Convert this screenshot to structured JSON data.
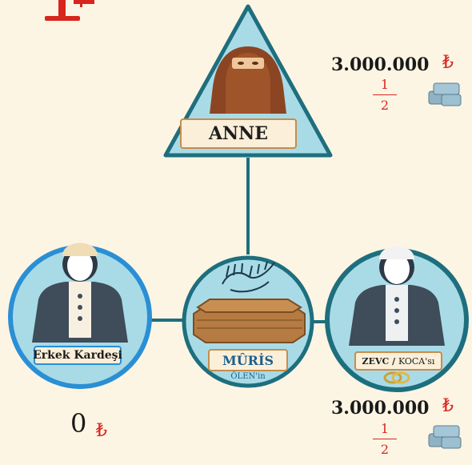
{
  "colors": {
    "background": "#fdf5e4",
    "teal": "#1e6f7e",
    "blue": "#2a8fd4",
    "accent_red": "#d7261e",
    "label_fill": "#fcefd9",
    "label_border": "#c68d4d"
  },
  "mother": {
    "label": "ANNE",
    "amount": "3.000.000",
    "currency": "₺",
    "share_num": "1",
    "share_den": "2"
  },
  "deceased": {
    "label": "MÛRİS",
    "sublabel": "ÖLEN'in",
    "arabic": "إنا لله وإنا إليه راجعون"
  },
  "brother": {
    "label": "Erkek Kardeşi",
    "amount": "0",
    "currency": "₺"
  },
  "spouse": {
    "label_main": "ZEVC",
    "label_sep": " / ",
    "label_rest": "KOCA'sı",
    "amount": "3.000.000",
    "currency": "₺",
    "share_num": "1",
    "share_den": "2"
  },
  "icons": [
    "scales-icon",
    "money-icon",
    "rings-icon",
    "coffin-icon",
    "woman-niqab-icon",
    "man-cap-icon"
  ]
}
